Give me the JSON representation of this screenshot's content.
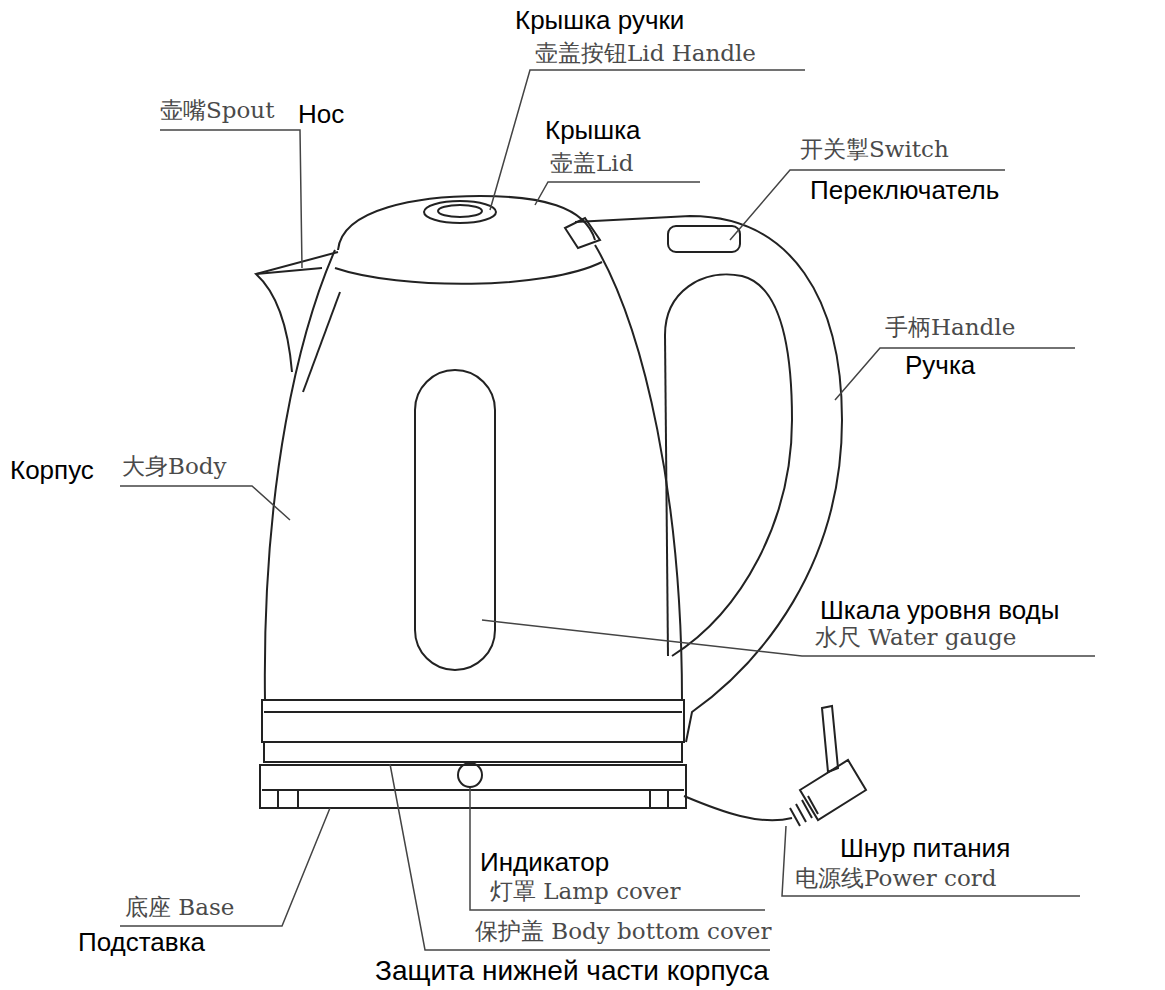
{
  "diagram": {
    "labels": [
      "Крышка ручки",
      "壶盖按钮Lid Handle",
      "壶嘴Spout",
      "Нос",
      "Крышка",
      "壶盖Lid",
      "开关掣Switch",
      "Переключатель",
      "手柄Handle",
      "Ручка",
      "Корпус",
      "大身Body",
      "Шкала уровня воды",
      "水尺 Water gauge",
      "Шнур питания",
      "电源线Power cord",
      "Индикатор",
      "灯罩 Lamp cover",
      "底座 Base",
      "Подставка",
      "Защита нижней части корпуса",
      "保护盖 Body bottom cover"
    ]
  }
}
